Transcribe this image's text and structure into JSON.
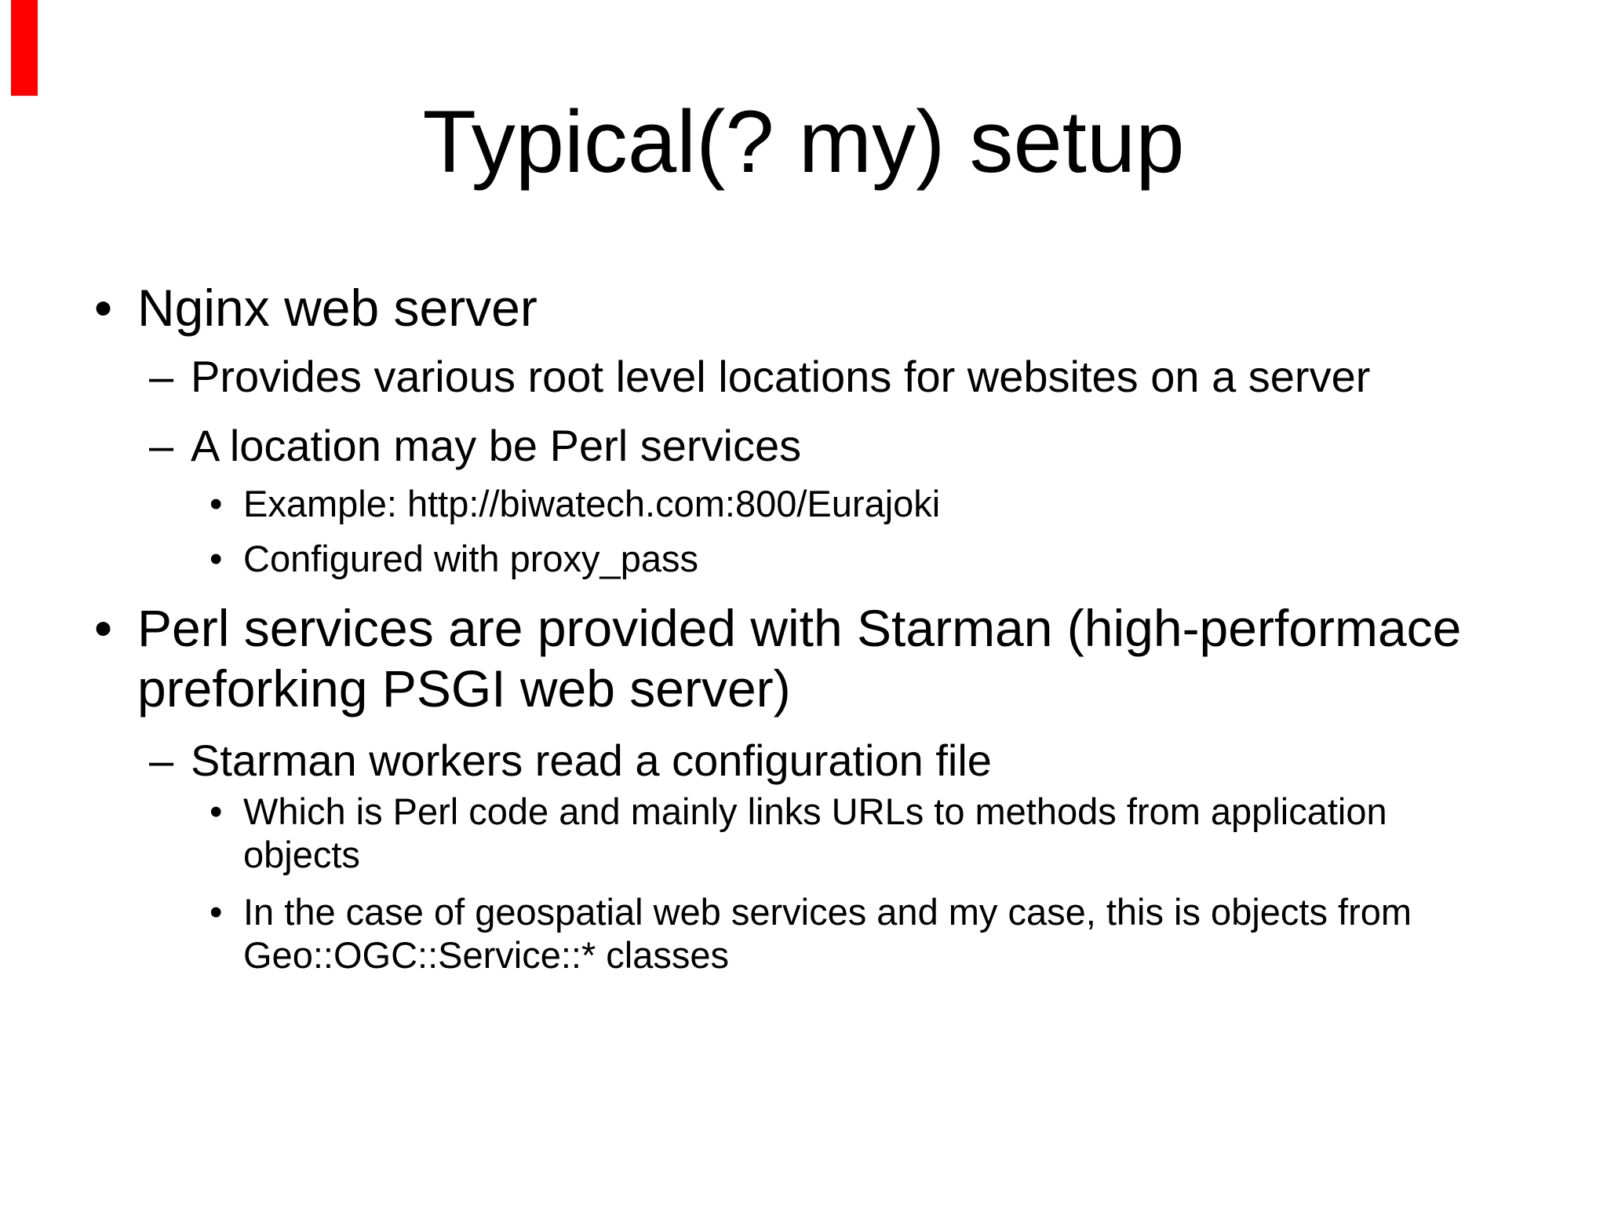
{
  "slide": {
    "title": "Typical(? my) setup",
    "decoration": {
      "red_bar_color": "#fe0000",
      "background_color": "#ffffff",
      "text_color": "#000000"
    },
    "bullets": [
      {
        "level": 1,
        "marker": "•",
        "text": "Nginx web server"
      },
      {
        "level": 2,
        "marker": "–",
        "text": "Provides various root level locations for websites on a server"
      },
      {
        "level": 2,
        "marker": "–",
        "text": "A location may be Perl services"
      },
      {
        "level": 3,
        "marker": "•",
        "text": "Example: http://biwatech.com:800/Eurajoki"
      },
      {
        "level": 3,
        "marker": "•",
        "text": "Configured with proxy_pass"
      },
      {
        "level": 1,
        "marker": "•",
        "text": "Perl services are provided with Starman (high-performace preforking PSGI web server)"
      },
      {
        "level": 2,
        "marker": "–",
        "text": "Starman workers read a configuration file"
      },
      {
        "level": 3,
        "marker": "•",
        "text": "Which is Perl code and mainly links URLs to methods from application objects"
      },
      {
        "level": 3,
        "marker": "•",
        "text": "In the case of geospatial web services and my case, this is objects from Geo::OGC::Service::* classes"
      }
    ]
  }
}
